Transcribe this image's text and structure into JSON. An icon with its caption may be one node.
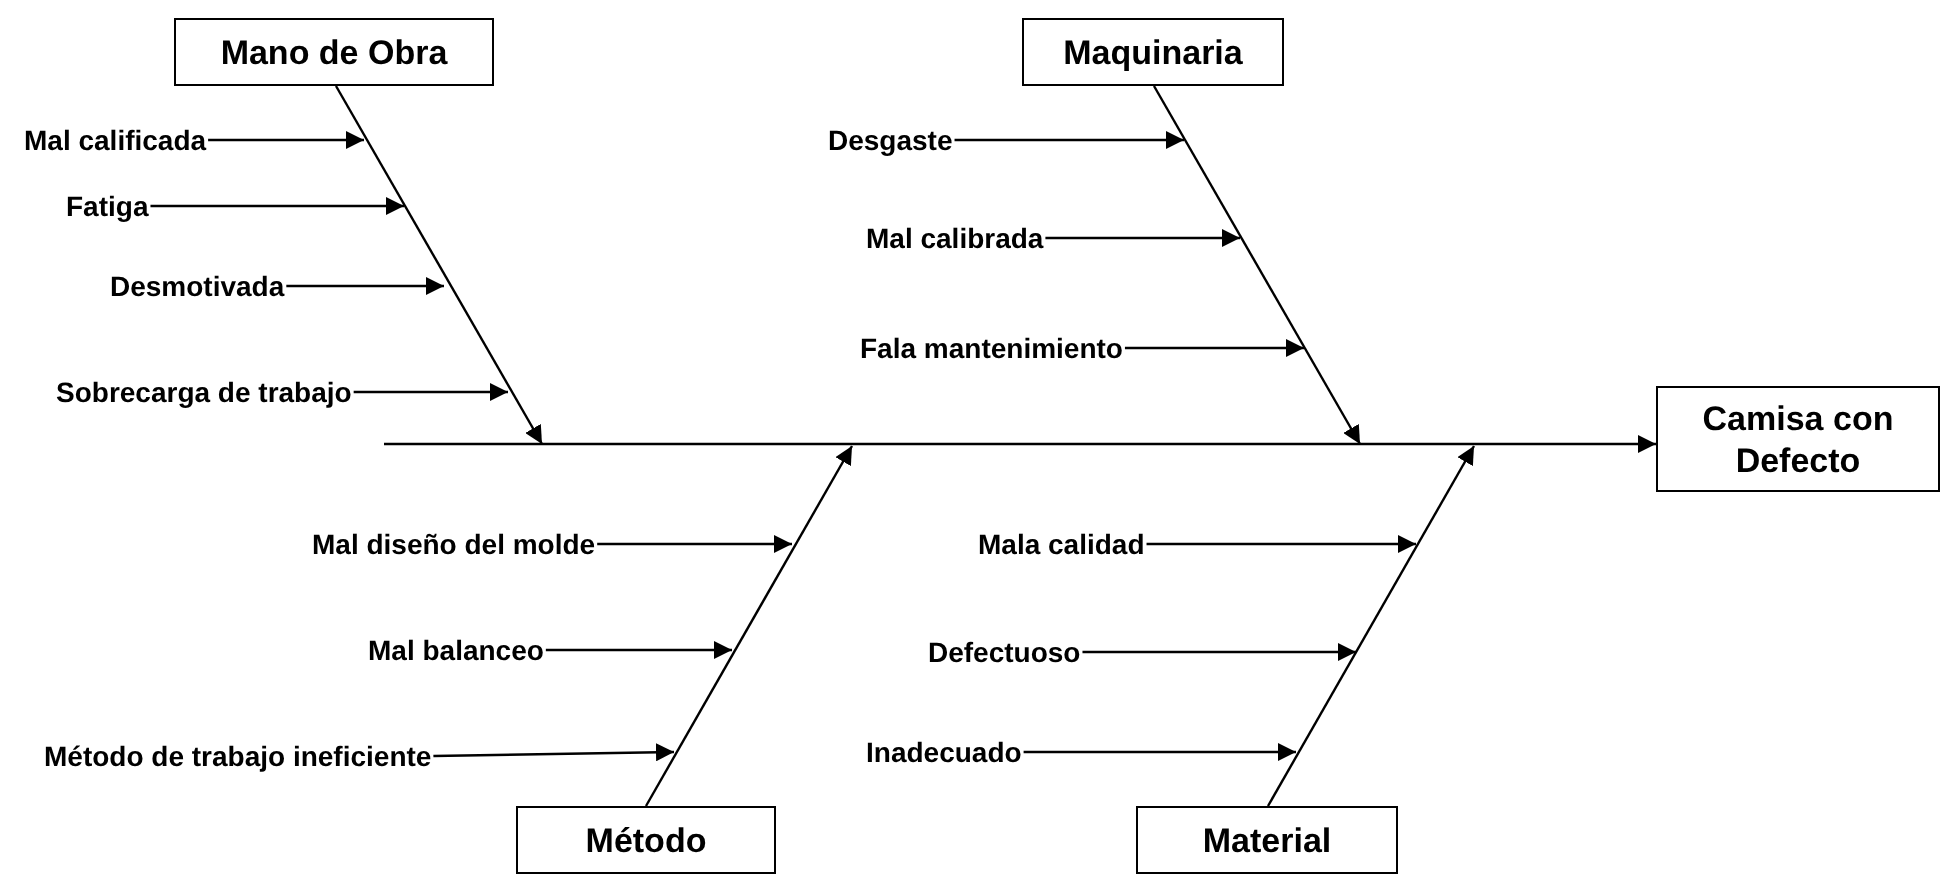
{
  "diagram": {
    "nodes": [
      {
        "text": [
          "Mano de Obra"
        ]
      },
      {
        "text": [
          "Maquinaria"
        ]
      },
      {
        "text": [
          "Mal calificada"
        ]
      },
      {
        "text": [
          "Fatiga"
        ]
      },
      {
        "text": [
          "Desmotivada"
        ]
      },
      {
        "text": [
          "Sobrecarga de trabajo"
        ]
      },
      {
        "text": [
          "Desgaste"
        ]
      },
      {
        "text": [
          "Mal calibrada"
        ]
      },
      {
        "text": [
          "Fala mantenimiento"
        ]
      },
      {
        "text": [
          "Camisa con Defecto"
        ]
      },
      {
        "text": [
          "Mal diseño del molde"
        ]
      },
      {
        "text": [
          "Mal balanceo"
        ]
      },
      {
        "text": [
          "Método de trabajo ineficiente"
        ]
      },
      {
        "text": [
          "Mala calidad"
        ]
      },
      {
        "text": [
          "Defectuoso"
        ]
      },
      {
        "text": [
          "Inadecuado"
        ]
      },
      {
        "text": [
          "Método"
        ]
      },
      {
        "text": [
          "Material"
        ]
      }
    ],
    "edges": [
      {
        "from": null,
        "to": 9,
        "arrow": "to"
      },
      {
        "from": 0,
        "to": null,
        "arrow": "to"
      },
      {
        "from": 1,
        "to": null,
        "arrow": "to"
      },
      {
        "from": 16,
        "to": null,
        "arrow": "to"
      },
      {
        "from": 17,
        "to": null,
        "arrow": "to"
      },
      {
        "from": 2,
        "to": null,
        "arrow": "to"
      },
      {
        "from": 3,
        "to": null,
        "arrow": "to"
      },
      {
        "from": 4,
        "to": null,
        "arrow": "to"
      },
      {
        "from": 5,
        "to": null,
        "arrow": "to"
      },
      {
        "from": 6,
        "to": null,
        "arrow": "to"
      },
      {
        "from": 7,
        "to": null,
        "arrow": "to"
      },
      {
        "from": 8,
        "to": null,
        "arrow": "to"
      },
      {
        "from": 10,
        "to": null,
        "arrow": "to"
      },
      {
        "from": 11,
        "to": null,
        "arrow": "to"
      },
      {
        "from": 12,
        "to": null,
        "arrow": "to"
      },
      {
        "from": 13,
        "to": null,
        "arrow": "to"
      },
      {
        "from": 14,
        "to": null,
        "arrow": "to"
      },
      {
        "from": 15,
        "to": null,
        "arrow": "to"
      }
    ]
  }
}
